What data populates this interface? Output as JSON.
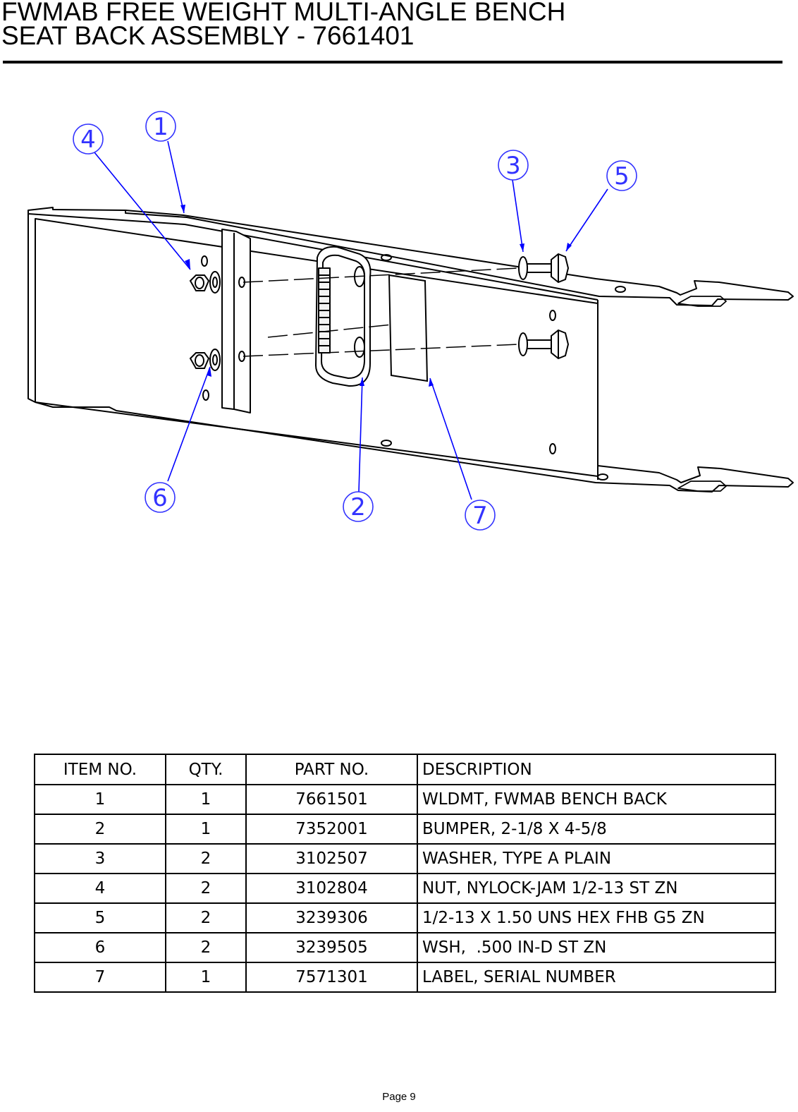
{
  "document": {
    "title_line1": "FWMAB FREE WEIGHT MULTI-ANGLE BENCH",
    "title_line2": "SEAT BACK ASSEMBLY - 7661401",
    "page_label": "Page 9"
  },
  "drawing": {
    "balloons": [
      "1",
      "2",
      "3",
      "4",
      "5",
      "6",
      "7"
    ]
  },
  "parts_table": {
    "headers": {
      "item": "ITEM NO.",
      "qty": "QTY.",
      "part": "PART NO.",
      "desc": "DESCRIPTION"
    },
    "rows": [
      {
        "item": "1",
        "qty": "1",
        "part": "7661501",
        "desc": "WLDMT, FWMAB BENCH BACK"
      },
      {
        "item": "2",
        "qty": "1",
        "part": "7352001",
        "desc": "BUMPER, 2-1/8 X 4-5/8"
      },
      {
        "item": "3",
        "qty": "2",
        "part": "3102507",
        "desc": "WASHER, TYPE A PLAIN"
      },
      {
        "item": "4",
        "qty": "2",
        "part": "3102804",
        "desc": "NUT, NYLOCK-JAM 1/2-13 ST ZN"
      },
      {
        "item": "5",
        "qty": "2",
        "part": "3239306",
        "desc": "1/2-13 X 1.50 UNS HEX FHB G5 ZN"
      },
      {
        "item": "6",
        "qty": "2",
        "part": "3239505",
        "desc": "WSH,  .500 IN-D ST ZN"
      },
      {
        "item": "7",
        "qty": "1",
        "part": "7571301",
        "desc": "LABEL, SERIAL NUMBER"
      }
    ]
  },
  "colors": {
    "line": "#000000",
    "leader": "#0000ff",
    "balloon": "#3333ff"
  }
}
